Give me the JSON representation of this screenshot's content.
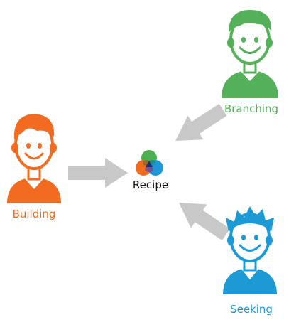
{
  "center": {
    "label": "Recipe",
    "circle_colors": {
      "top": "#4caf50",
      "left": "#f06a1f",
      "right": "#1e96d8",
      "core": "#1c2f6b"
    }
  },
  "people": {
    "building": {
      "label": "Building",
      "color": "#f26b21"
    },
    "branching": {
      "label": "Branching",
      "color": "#55b05a"
    },
    "seeking": {
      "label": "Seeking",
      "color": "#1b9ad6"
    }
  },
  "arrow_color": "#c8c8c8"
}
